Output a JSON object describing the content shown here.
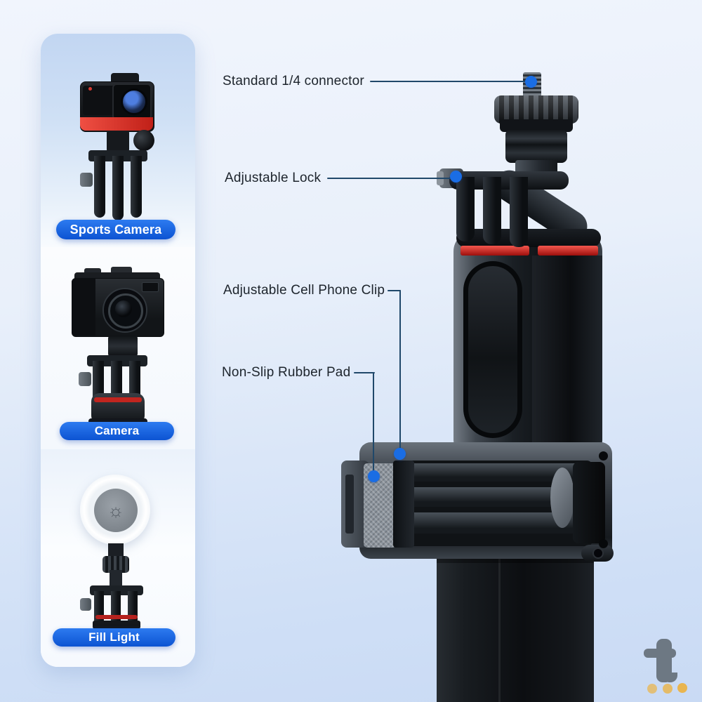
{
  "callouts": [
    {
      "label": "Standard 1/4 connector"
    },
    {
      "label": "Adjustable Lock"
    },
    {
      "label": "Adjustable Cell Phone Clip"
    },
    {
      "label": "Non-Slip Rubber Pad"
    }
  ],
  "compatibility_panel": {
    "items": [
      {
        "label": "Sports Camera"
      },
      {
        "label": "Camera"
      },
      {
        "label": "Fill Light"
      }
    ]
  },
  "fill_light": {
    "glyph": "☼"
  },
  "watermark": {
    "letter": "t"
  },
  "colors": {
    "background_top": "#f1f5fd",
    "background_bottom": "#c9daf4",
    "badge_blue_top": "#2d7bf0",
    "badge_blue_bottom": "#0c53d2",
    "callout_line": "#20486a",
    "callout_dot": "#1a6de4",
    "accent_red": "#c1251f",
    "watermark_gray": "#6d7883",
    "watermark_dot_orange": "#e9b54f"
  }
}
